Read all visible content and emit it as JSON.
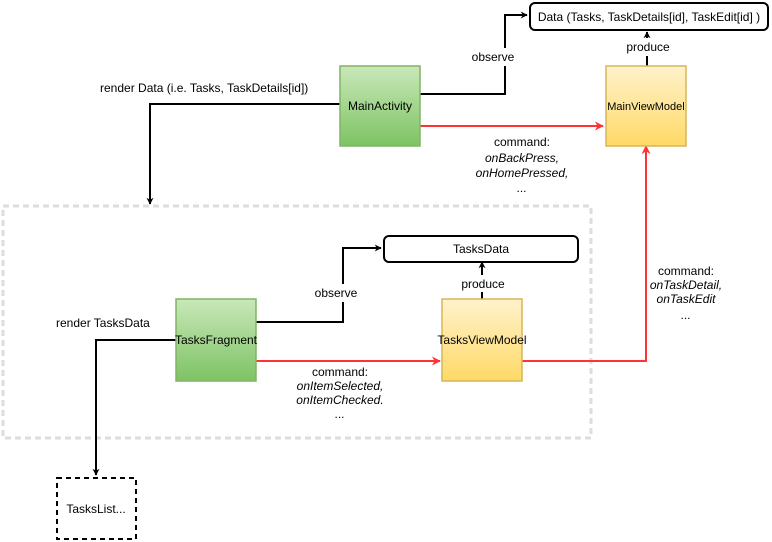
{
  "colors": {
    "green_fill": "#7dc364",
    "green_fill_light": "#c9e8b9",
    "green_stroke": "#82b366",
    "yellow_fill": "#ffd966",
    "yellow_fill_light": "#fff2cc",
    "yellow_stroke": "#d6b656",
    "command_arrow": "#ff3333",
    "observe_arrow": "#000000",
    "group_border": "#e0e0e0"
  },
  "nodes": {
    "data_main": "Data (Tasks, TaskDetails[id], TaskEdit[id] )",
    "main_activity": "MainActivity",
    "main_view_model": "MainViewModel",
    "tasks_data": "TasksData",
    "tasks_fragment": "TasksFragment",
    "tasks_view_model": "TasksViewModel",
    "tasks_list": "TasksList..."
  },
  "labels": {
    "observe_main": "observe",
    "produce_main": "produce",
    "render_data": "render Data (i.e. Tasks, TaskDetails[id])",
    "command_main": {
      "title": "command:",
      "line1": "onBackPress,",
      "line2": "onHomePressed,",
      "line3": "..."
    },
    "observe_tasks": "observe",
    "produce_tasks": "produce",
    "render_tasks": "render TasksData",
    "command_tasks": {
      "title": "command:",
      "line1": "onItemSelected,",
      "line2": "onItemChecked.",
      "line3": "..."
    },
    "command_detail": {
      "title": "command:",
      "line1": "onTaskDetail,",
      "line2": "onTaskEdit",
      "line3": "..."
    }
  }
}
